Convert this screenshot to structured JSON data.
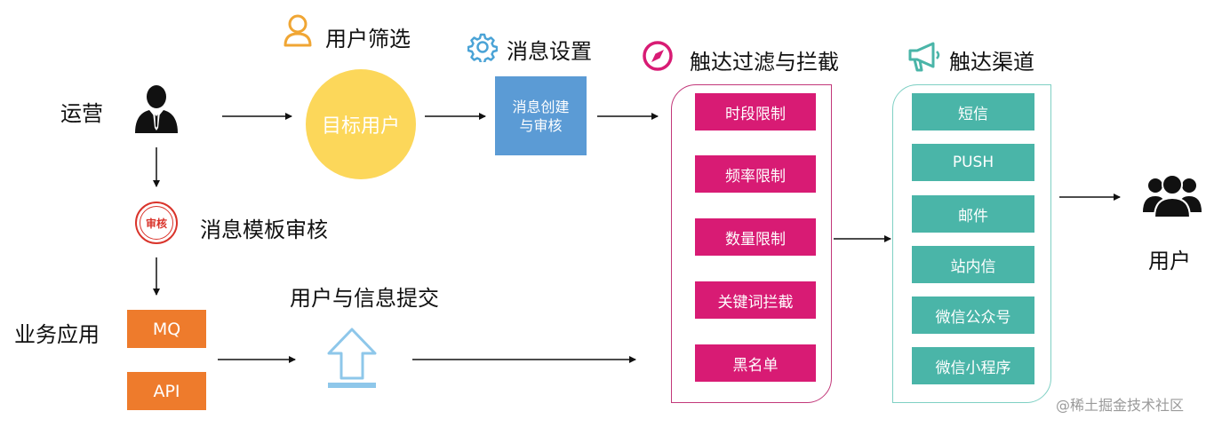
{
  "ops": {
    "label": "运营"
  },
  "user_filter": {
    "header": "用户筛选",
    "circle": "目标用户"
  },
  "msg_settings": {
    "header": "消息设置",
    "box": "消息创建与审核"
  },
  "template_review": {
    "badge": "审核",
    "label": "消息模板审核"
  },
  "business": {
    "label": "业务应用",
    "mq": "MQ",
    "api": "API"
  },
  "submit": {
    "label": "用户与信息提交"
  },
  "filter_panel": {
    "header": "触达过滤与拦截",
    "items": [
      "时段限制",
      "频率限制",
      "数量限制",
      "关键词拦截",
      "黑名单"
    ]
  },
  "channel_panel": {
    "header": "触达渠道",
    "items": [
      "短信",
      "PUSH",
      "邮件",
      "站内信",
      "微信公众号",
      "微信小程序"
    ]
  },
  "end_user": {
    "label": "用户"
  },
  "watermark": "@稀土掘金技术社区",
  "colors": {
    "pink": "#d81b74",
    "teal": "#4ab5a8",
    "orange": "#ee7b2c",
    "yellow": "#fcd75a",
    "blue": "#5b9bd5",
    "arrow_up": "#8ec7ea"
  }
}
